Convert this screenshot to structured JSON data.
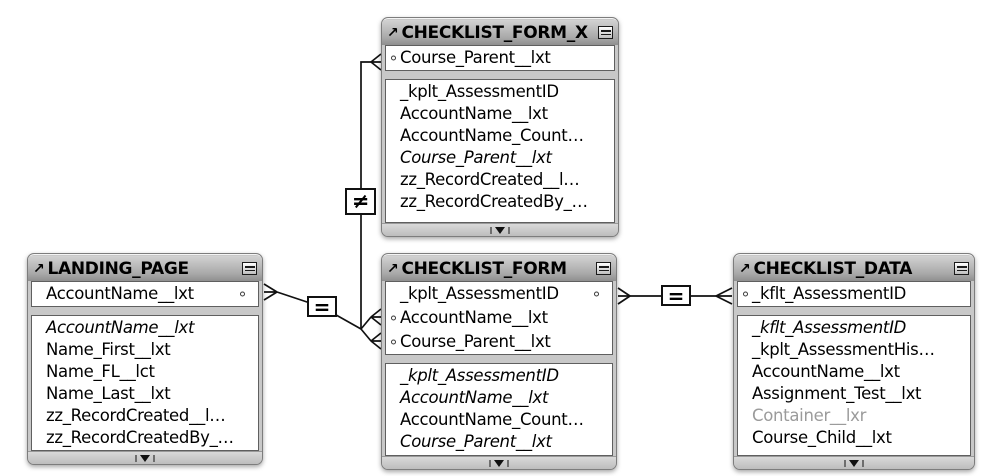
{
  "icons": {
    "open_table": "↗"
  },
  "operators": {
    "not_equal": "≠",
    "equal_left": "=",
    "equal_right": "="
  },
  "tables": {
    "checklist_form_x": {
      "title": "CHECKLIST_FORM_X",
      "keys": [
        "Course_Parent__lxt"
      ],
      "fields": [
        "_kplt_AssessmentID",
        "AccountName__lxt",
        "AccountName_Count…",
        "Course_Parent__lxt",
        "zz_RecordCreated__l…",
        "zz_RecordCreatedBy_…"
      ]
    },
    "landing_page": {
      "title": "LANDING_PAGE",
      "keys": [
        "AccountName__lxt"
      ],
      "fields": [
        "AccountName__lxt",
        "Name_First__lxt",
        "Name_FL__lct",
        "Name_Last__lxt",
        "zz_RecordCreated__l…",
        "zz_RecordCreatedBy_…"
      ]
    },
    "checklist_form": {
      "title": "CHECKLIST_FORM",
      "keys": [
        "_kplt_AssessmentID",
        "AccountName__lxt",
        "Course_Parent__lxt"
      ],
      "fields": [
        "_kplt_AssessmentID",
        "AccountName__lxt",
        "AccountName_Count…",
        "Course_Parent__lxt"
      ]
    },
    "checklist_data": {
      "title": "CHECKLIST_DATA",
      "keys": [
        "_kflt_AssessmentID"
      ],
      "fields": [
        "_kflt_AssessmentID",
        "_kplt_AssessmentHis…",
        "AccountName__lxt",
        "Assignment_Test__lxt",
        "Container__lxr",
        "Course_Child__lxt"
      ]
    }
  }
}
